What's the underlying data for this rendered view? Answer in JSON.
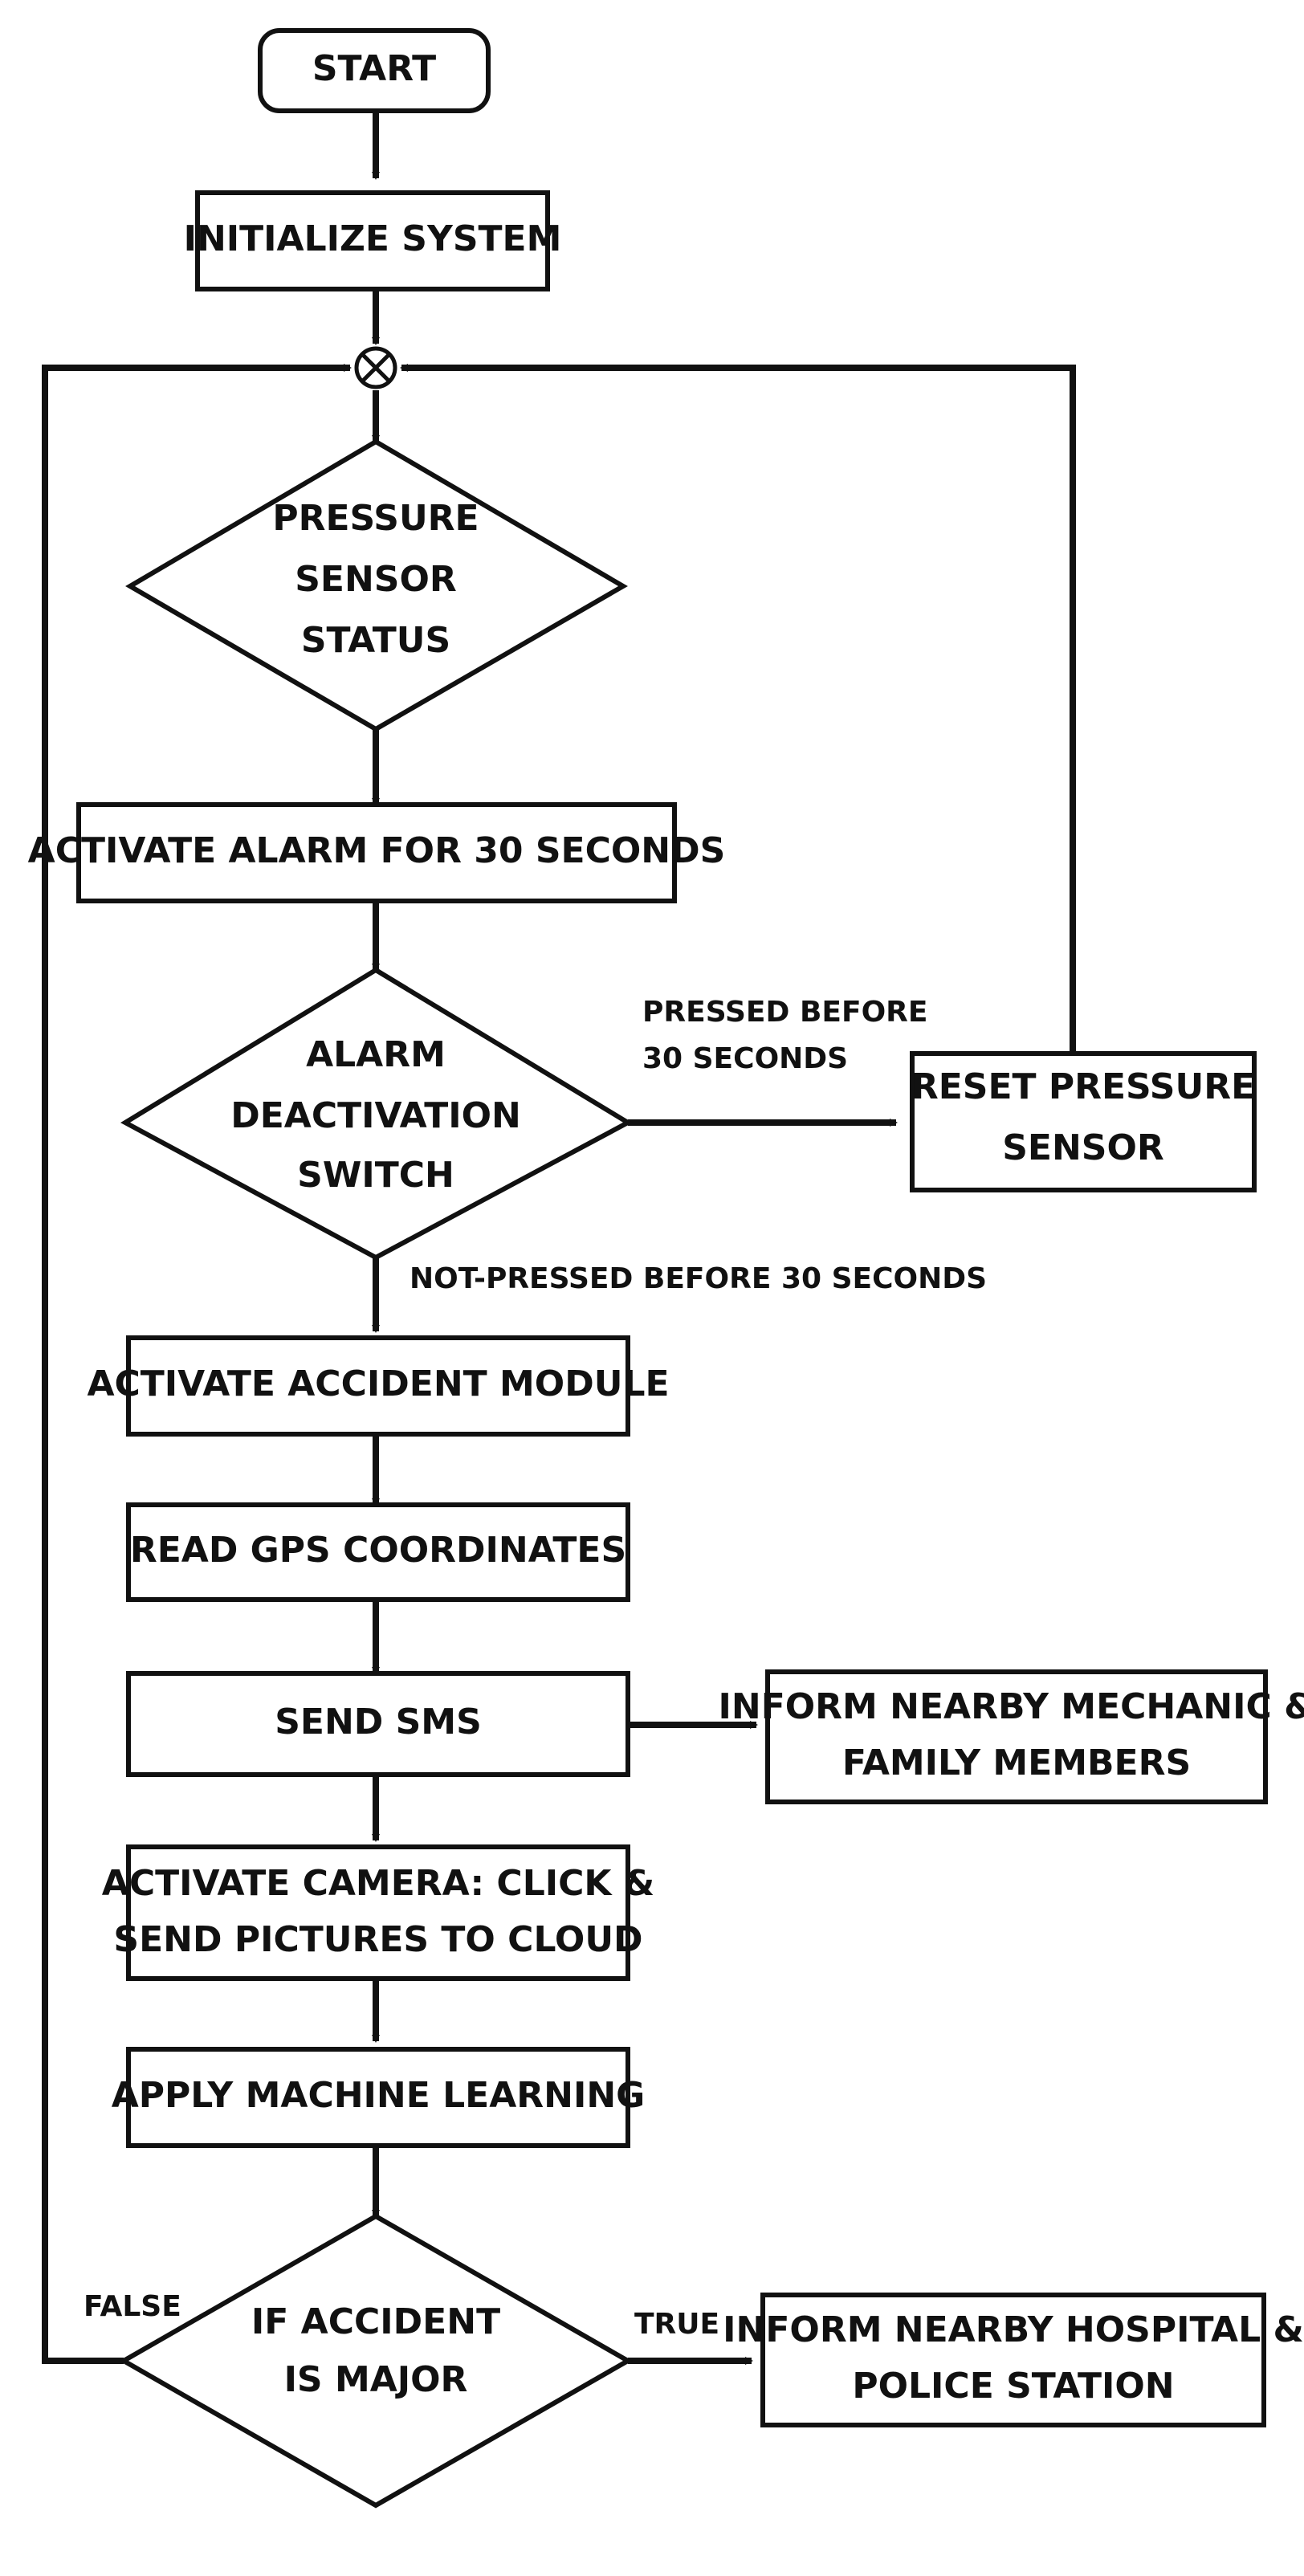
{
  "nodes": {
    "start": "START",
    "init": "INITIALIZE SYSTEM",
    "pressure_1": "PRESSURE",
    "pressure_2": "SENSOR",
    "pressure_3": "STATUS",
    "alarm": "ACTIVATE ALARM FOR 30 SECONDS",
    "deact_1": "ALARM",
    "deact_2": "DEACTIVATION",
    "deact_3": "SWITCH",
    "reset_1": "RESET PRESSURE",
    "reset_2": "SENSOR",
    "accident_module": "ACTIVATE ACCIDENT MODULE",
    "gps": "READ GPS COORDINATES",
    "sms": "SEND SMS",
    "mechanic_1": "INFORM NEARBY MECHANIC &",
    "mechanic_2": "FAMILY MEMBERS",
    "camera_1": "ACTIVATE CAMERA: CLICK &",
    "camera_2": "SEND PICTURES TO CLOUD",
    "ml": "APPLY MACHINE LEARNING",
    "major_1": "IF ACCIDENT",
    "major_2": "IS MAJOR",
    "hospital_1": "INFORM NEARBY HOSPITAL &",
    "hospital_2": "POLICE STATION"
  },
  "edges": {
    "pressed_1": "PRESSED BEFORE",
    "pressed_2": "30 SECONDS",
    "not_pressed": "NOT-PRESSED BEFORE 30 SECONDS",
    "true_label": "TRUE",
    "false_label": "FALSE"
  }
}
